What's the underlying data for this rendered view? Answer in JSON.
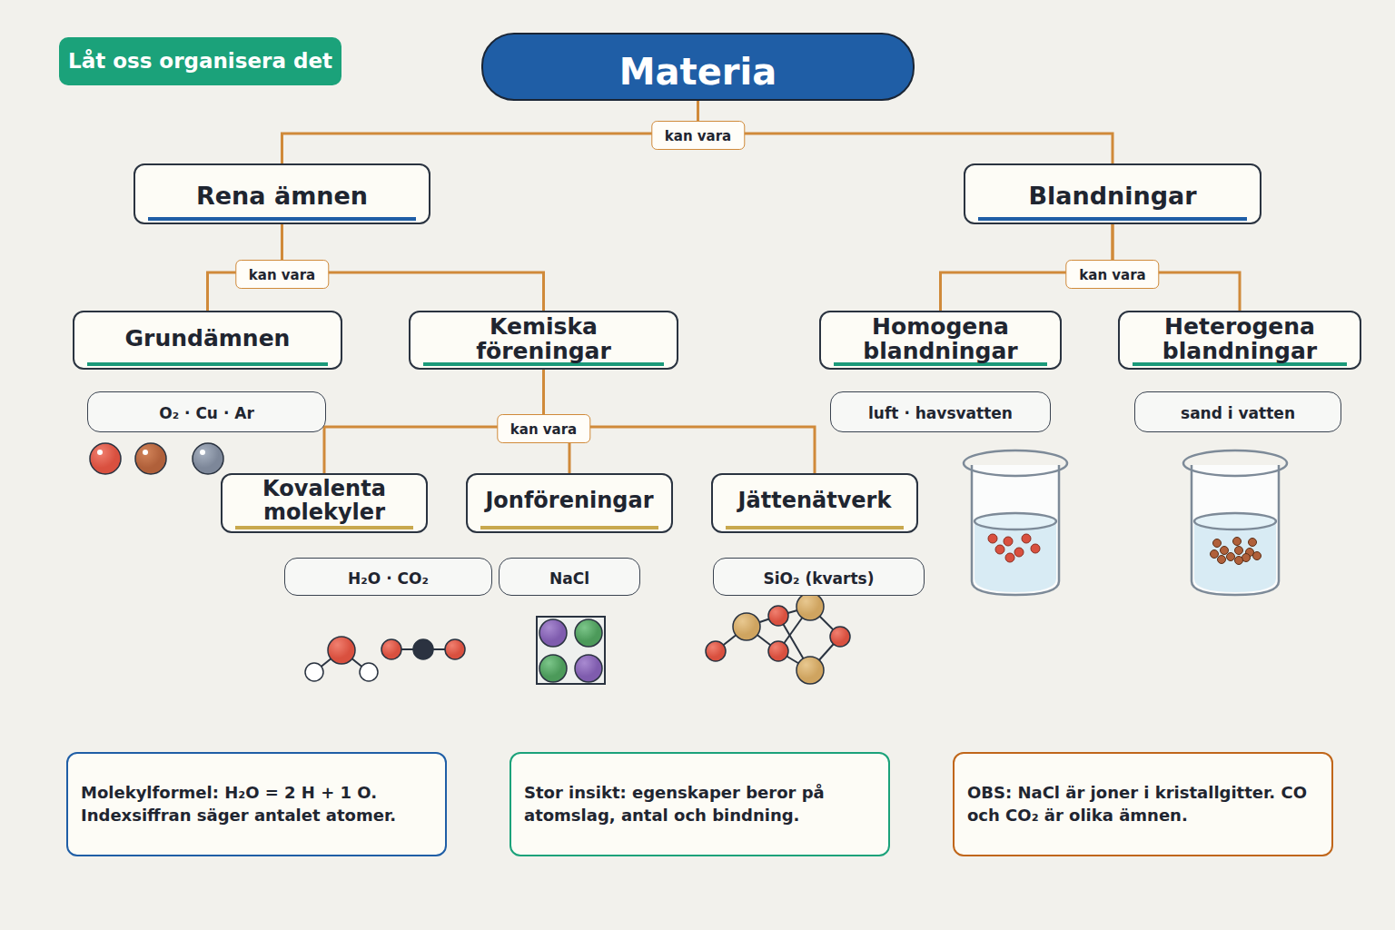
{
  "diagram": {
    "nodes": [
      {
        "text": [
          "Låt oss organisera det"
        ]
      },
      {
        "text": [
          "Materia"
        ]
      },
      {
        "text": [
          "Rena ämnen"
        ]
      },
      {
        "text": [
          "Blandningar"
        ]
      },
      {
        "text": [
          "Grundämnen"
        ]
      },
      {
        "text": [
          "Kemiska föreningar"
        ]
      },
      {
        "text": [
          "Homogena blandningar"
        ]
      },
      {
        "text": [
          "Heterogena blandningar"
        ]
      },
      {
        "text": [
          "O₂ · Cu · Ar"
        ]
      },
      {
        "text": [
          "luft · havsvatten"
        ]
      },
      {
        "text": [
          "sand i vatten"
        ]
      },
      {
        "text": [
          "Kovalenta molekyler"
        ]
      },
      {
        "text": [
          "Jonföreningar"
        ]
      },
      {
        "text": [
          "Jättenätverk"
        ]
      },
      {
        "text": [
          "H₂O · CO₂"
        ]
      },
      {
        "text": [
          "NaCl"
        ]
      },
      {
        "text": [
          "SiO₂ (kvarts)"
        ]
      },
      {
        "text": [
          "Molekylformel: H₂O = 2 H + 1 O. Indexsiffran säger antalet atomer."
        ]
      },
      {
        "text": [
          "Stor insikt: egenskaper beror på atomslag, antal och bindning."
        ]
      },
      {
        "text": [
          "OBS: NaCl är joner i kristallgitter. CO och CO₂ är olika ämnen."
        ]
      }
    ],
    "edges": [
      {
        "from": 1,
        "to": 2,
        "label": "kan vara",
        "arrow": "none"
      },
      {
        "from": 1,
        "to": 3,
        "arrow": "none"
      },
      {
        "from": 2,
        "to": 4,
        "label": "kan vara",
        "arrow": "none"
      },
      {
        "from": 2,
        "to": 5,
        "arrow": "none"
      },
      {
        "from": 3,
        "to": 6,
        "label": "kan vara",
        "arrow": "none"
      },
      {
        "from": 3,
        "to": 7,
        "arrow": "none"
      },
      {
        "from": 5,
        "to": 11,
        "label": "kan vara",
        "arrow": "none"
      },
      {
        "from": 5,
        "to": 12,
        "arrow": "none"
      },
      {
        "from": 5,
        "to": 13,
        "arrow": "none"
      }
    ]
  }
}
